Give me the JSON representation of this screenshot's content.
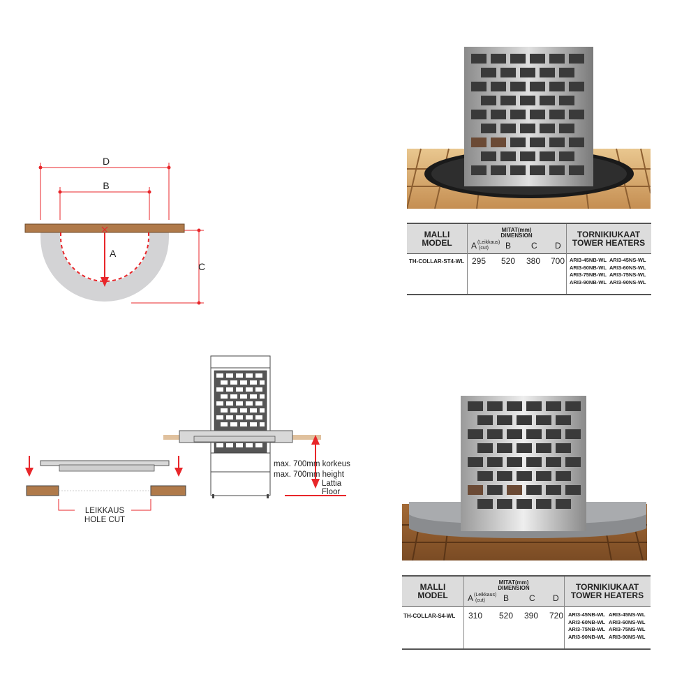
{
  "top_diagram": {
    "label_d": "D",
    "label_b": "B",
    "label_a": "A",
    "label_c": "C"
  },
  "install_diagram": {
    "height_fi": "max. 700mm korkeus",
    "height_en": "max. 700mm height",
    "floor_fi": "Lattia",
    "floor_en": "Floor",
    "cut_fi": "LEIKKAUS",
    "cut_en": "HOLE CUT"
  },
  "tables": [
    {
      "malli": "MALLI",
      "model": "MODEL",
      "mitat": "MITAT(mm)",
      "dimension": "DIMENSION",
      "col_a": "A",
      "col_a_sub1": "(Leikkaus)",
      "col_a_sub2": "(cut)",
      "col_b": "B",
      "col_c": "C",
      "col_d": "D",
      "heaters_fi": "TORNIKIUKAAT",
      "heaters_en": "TOWER HEATERS",
      "row": {
        "model": "TH-COLLAR-ST4-WL",
        "a": "295",
        "b": "520",
        "c": "380",
        "d": "700",
        "heaters_left": [
          "ARI3-45NB-WL",
          "ARI3-60NB-WL",
          "ARI3-75NB-WL",
          "ARI3-90NB-WL"
        ],
        "heaters_right": [
          "ARI3-45NS-WL",
          "ARI3-60NS-WL",
          "ARI3-75NS-WL",
          "ARI3-90NS-WL"
        ]
      }
    },
    {
      "malli": "MALLI",
      "model": "MODEL",
      "mitat": "MITAT(mm)",
      "dimension": "DIMENSION",
      "col_a": "A",
      "col_a_sub1": "(Leikkaus)",
      "col_a_sub2": "(cut)",
      "col_b": "B",
      "col_c": "C",
      "col_d": "D",
      "heaters_fi": "TORNIKIUKAAT",
      "heaters_en": "TOWER HEATERS",
      "row": {
        "model": "TH-COLLAR-S4-WL",
        "a": "310",
        "b": "520",
        "c": "390",
        "d": "720",
        "heaters_left": [
          "ARI3-45NB-WL",
          "ARI3-60NB-WL",
          "ARI3-75NB-WL",
          "ARI3-90NB-WL"
        ],
        "heaters_right": [
          "ARI3-45NS-WL",
          "ARI3-60NS-WL",
          "ARI3-75NS-WL",
          "ARI3-90NS-WL"
        ]
      }
    }
  ],
  "colors": {
    "wood": "#b07a4a",
    "collar_grey": "#d3d3d5",
    "dim_red": "#e8262a",
    "header_grey": "#dcdcdc"
  }
}
